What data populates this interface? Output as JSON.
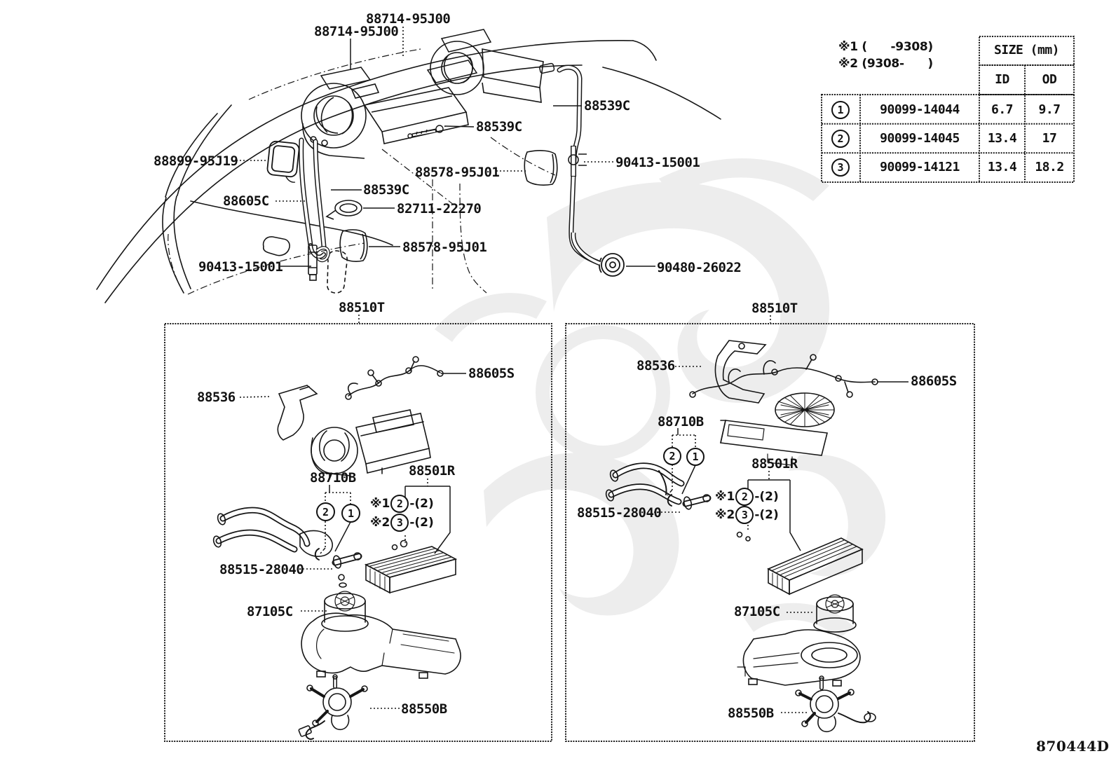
{
  "page": {
    "background": "#ffffff",
    "ink": "#161616",
    "watermark_color": "#ededed",
    "drawing_number": "870444D"
  },
  "reference_notes": {
    "note1": "※1 (      -9308)",
    "note2": "※2 (9308-      )"
  },
  "size_table": {
    "title": "SIZE (mm)",
    "col_id": "ID",
    "col_od": "OD",
    "rows": [
      {
        "ref": "1",
        "part_number": "90099-14044",
        "id": "6.7",
        "od": "9.7"
      },
      {
        "ref": "2",
        "part_number": "90099-14045",
        "id": "13.4",
        "od": "17"
      },
      {
        "ref": "3",
        "part_number": "90099-14121",
        "id": "13.4",
        "od": "18.2"
      }
    ]
  },
  "overview_labels": [
    {
      "text": "88714-95J00"
    },
    {
      "text": "88714-95J00"
    },
    {
      "text": "88539C"
    },
    {
      "text": "88539C"
    },
    {
      "text": "88899-95J19"
    },
    {
      "text": "88578-95J01"
    },
    {
      "text": "90413-15001"
    },
    {
      "text": "88539C"
    },
    {
      "text": "88605C"
    },
    {
      "text": "82711-22270"
    },
    {
      "text": "88578-95J01"
    },
    {
      "text": "90413-15001"
    },
    {
      "text": "90480-26022"
    }
  ],
  "assembly_boxes": [
    {
      "title": "88510T",
      "labels": {
        "harness": "88605S",
        "bracket": "88536",
        "water_valve": "88710B",
        "unit": "88501R",
        "joint": "88515-28040",
        "blower_motor": "87105C",
        "servo": "88550B"
      },
      "valve_callouts": [
        {
          "num": "2"
        },
        {
          "num": "1"
        }
      ],
      "spec_rows": [
        {
          "prefix": "※1",
          "ref": "2",
          "qty": "-(2)"
        },
        {
          "prefix": "※2",
          "ref": "3",
          "qty": "-(2)"
        }
      ]
    },
    {
      "title": "88510T",
      "labels": {
        "harness": "88605S",
        "bracket": "88536",
        "water_valve": "88710B",
        "unit": "88501R",
        "joint": "88515-28040",
        "blower_motor": "87105C",
        "servo": "88550B"
      },
      "valve_callouts": [
        {
          "num": "2"
        },
        {
          "num": "1"
        }
      ],
      "spec_rows": [
        {
          "prefix": "※1",
          "ref": "2",
          "qty": "-(2)"
        },
        {
          "prefix": "※2",
          "ref": "3",
          "qty": "-(2)"
        }
      ]
    }
  ]
}
